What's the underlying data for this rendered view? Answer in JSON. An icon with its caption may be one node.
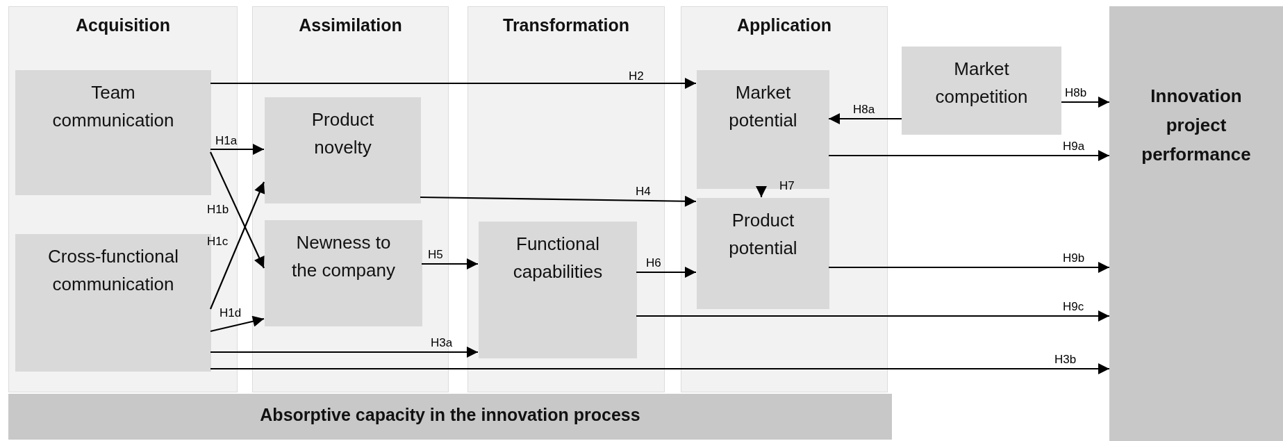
{
  "diagram": {
    "nodes": [
      {
        "text": [
          "Acquisition"
        ]
      },
      {
        "text": [
          "Team communication"
        ],
        "in": 0
      },
      {
        "text": [
          "Cross-functional communication"
        ],
        "in": 0
      },
      {
        "text": [
          "Assimilation"
        ]
      },
      {
        "text": [
          "Product novelty"
        ],
        "in": 3
      },
      {
        "text": [
          "Newness to the company"
        ],
        "in": 3
      },
      {
        "text": [
          "Transformation"
        ]
      },
      {
        "text": [
          "Functional capabilities"
        ],
        "in": 6
      },
      {
        "text": [
          "Application"
        ]
      },
      {
        "text": [
          "Market potential"
        ],
        "in": 8
      },
      {
        "text": [
          "Product potential"
        ],
        "in": 8
      },
      {
        "text": [
          "Market competition"
        ]
      },
      {
        "text": [
          "Innovation project performance"
        ]
      },
      {
        "text": [
          "Absorptive capacity in the innovation process"
        ]
      }
    ],
    "edges": [
      {
        "from": 1,
        "to": 9,
        "arrow": "to",
        "label": "H2"
      },
      {
        "from": 1,
        "to": 4,
        "arrow": "to",
        "label": "H1a"
      },
      {
        "from": 1,
        "to": 5,
        "arrow": "to",
        "label": "H1b"
      },
      {
        "from": 2,
        "to": 4,
        "arrow": "to",
        "label": "H1c"
      },
      {
        "from": 2,
        "to": 5,
        "arrow": "to",
        "label": "H1d"
      },
      {
        "from": 2,
        "to": 7,
        "arrow": "to",
        "label": "H3a"
      },
      {
        "from": 2,
        "to": 12,
        "arrow": "to",
        "label": "H3b"
      },
      {
        "from": 4,
        "to": 10,
        "arrow": "to",
        "label": "H4"
      },
      {
        "from": 5,
        "to": 7,
        "arrow": "to",
        "label": "H5"
      },
      {
        "from": 7,
        "to": 10,
        "arrow": "to",
        "label": "H6"
      },
      {
        "from": 9,
        "to": 10,
        "arrow": "to",
        "label": "H7"
      },
      {
        "from": 11,
        "to": 9,
        "arrow": "to",
        "label": "H8a"
      },
      {
        "from": 11,
        "to": 12,
        "arrow": "to",
        "label": "H8b"
      },
      {
        "from": 9,
        "to": 12,
        "arrow": "to",
        "label": "H9a"
      },
      {
        "from": 10,
        "to": 12,
        "arrow": "to",
        "label": "H9b"
      },
      {
        "from": 7,
        "to": 12,
        "arrow": "to",
        "label": "H9c"
      }
    ]
  }
}
